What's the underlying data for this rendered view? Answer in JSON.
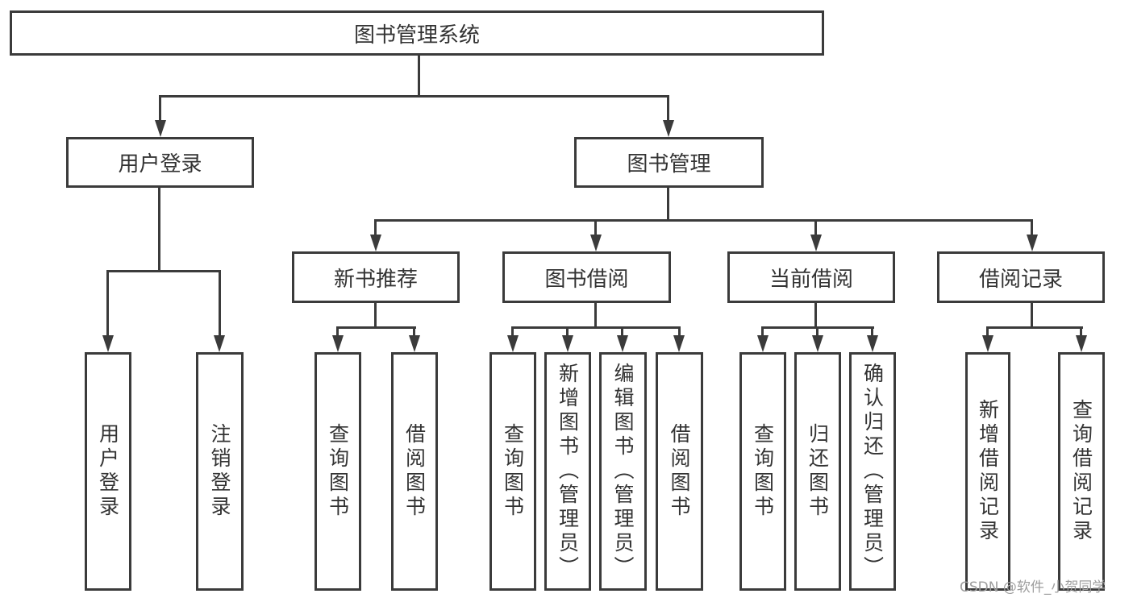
{
  "diagram": {
    "root": {
      "label": "图书管理系统"
    },
    "level2": [
      {
        "id": "user-login",
        "label": "用户登录"
      },
      {
        "id": "book-management",
        "label": "图书管理"
      }
    ],
    "level3": [
      {
        "id": "new-book-recommendation",
        "label": "新书推荐"
      },
      {
        "id": "book-borrowing",
        "label": "图书借阅"
      },
      {
        "id": "current-borrowing",
        "label": "当前借阅"
      },
      {
        "id": "borrowing-records",
        "label": "借阅记录"
      }
    ],
    "leaves": [
      {
        "label": "用户登录"
      },
      {
        "label": "注销登录"
      },
      {
        "label": "查询图书"
      },
      {
        "label": "借阅图书"
      },
      {
        "label": "查询图书"
      },
      {
        "label": "新增图书（管理员）"
      },
      {
        "label": "编辑图书（管理员）"
      },
      {
        "label": "借阅图书"
      },
      {
        "label": "查询图书"
      },
      {
        "label": "归还图书"
      },
      {
        "label": "确认归还（管理员）"
      },
      {
        "label": "新增借阅记录"
      },
      {
        "label": "查询借阅记录"
      }
    ]
  },
  "watermark": {
    "text": "CSDN @软件_小贺同学"
  },
  "colors": {
    "line": "#3b3b3b",
    "text": "#333333",
    "watermark": "#9e9e9e",
    "background": "#ffffff"
  }
}
